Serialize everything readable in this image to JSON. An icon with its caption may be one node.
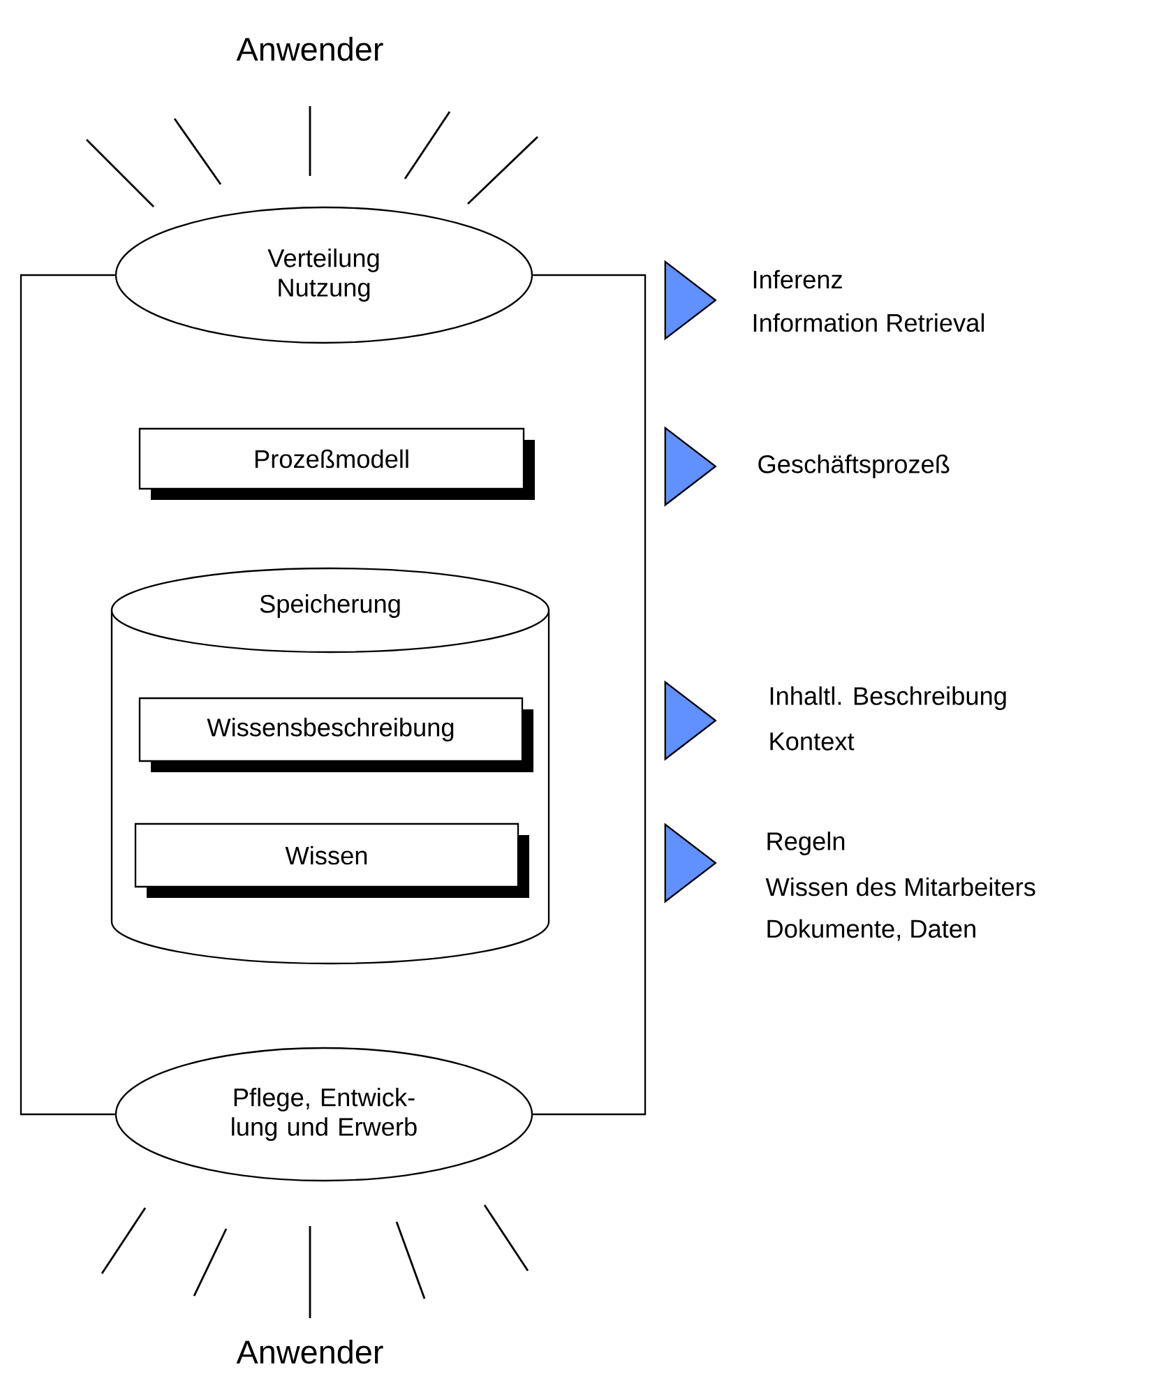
{
  "diagram": {
    "nodes": [
      {
        "text": [
          "Verteilung Nutzung"
        ]
      },
      {
        "text": [
          "Prozeßmodell"
        ]
      },
      {
        "text": [
          "Speicherung"
        ]
      },
      {
        "text": [
          "Wissensbeschreibung"
        ],
        "in": 2
      },
      {
        "text": [
          "Wissen"
        ],
        "in": 2
      },
      {
        "text": [
          "Pflege, Entwick- lung und Erwerb"
        ]
      },
      {
        "text": [],
        "shape": "triangle",
        "beside": [
          "Inferenz",
          "Information Retrieval"
        ]
      },
      {
        "text": [],
        "shape": "triangle",
        "beside": [
          "Geschäftsprozeß"
        ]
      },
      {
        "text": [],
        "shape": "triangle",
        "beside": [
          "Inhaltl. Beschreibung",
          "Kontext"
        ]
      },
      {
        "text": [],
        "shape": "triangle",
        "beside": [
          "Regeln",
          "Wissen des Mitarbeiters",
          "Dokumente, Daten"
        ]
      }
    ],
    "edges": [
      {
        "from": 0,
        "to": 5,
        "arrow": "none"
      },
      {
        "from": 0,
        "to": 5,
        "arrow": "none"
      }
    ],
    "labels": [
      "Anwender",
      "Anwender"
    ]
  }
}
